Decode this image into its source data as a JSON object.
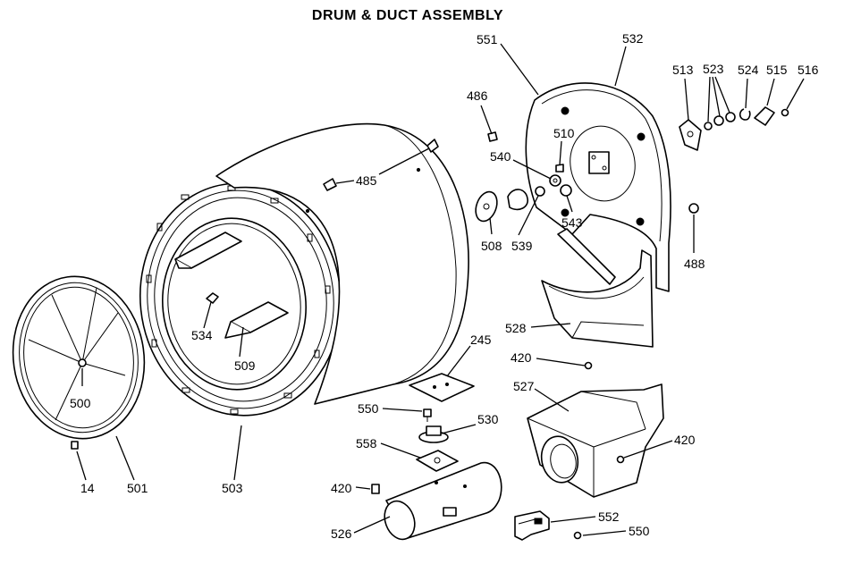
{
  "title": "DRUM & DUCT ASSEMBLY",
  "callouts": {
    "p551": "551",
    "p532": "532",
    "p513": "513",
    "p523": "523",
    "p524": "524",
    "p515": "515",
    "p516": "516",
    "p486": "486",
    "p510": "510",
    "p540": "540",
    "p485": "485",
    "p543": "543",
    "p508": "508",
    "p539": "539",
    "p488": "488",
    "p534": "534",
    "p509": "509",
    "p528": "528",
    "p245": "245",
    "p420a": "420",
    "p527": "527",
    "p500": "500",
    "p550a": "550",
    "p530": "530",
    "p420b": "420",
    "p558": "558",
    "p14": "14",
    "p501": "501",
    "p503": "503",
    "p420c": "420",
    "p526": "526",
    "p552": "552",
    "p550b": "550"
  }
}
